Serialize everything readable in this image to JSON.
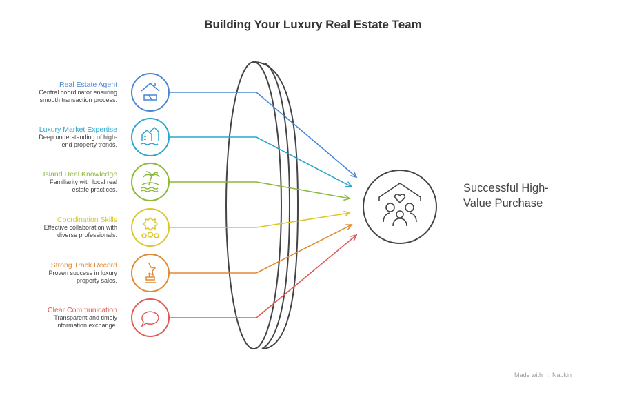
{
  "title": "Building Your Luxury Real Estate Team",
  "items": [
    {
      "heading": "Real Estate Agent",
      "desc1": "Central coordinator ensuring",
      "desc2": "smooth transaction process.",
      "color": "#4a86d4",
      "icon": "house-handshake-icon"
    },
    {
      "heading": "Luxury Market Expertise",
      "desc1": "Deep understanding of high-",
      "desc2": "end property trends.",
      "color": "#2aa6cf",
      "icon": "waterfront-buildings-icon"
    },
    {
      "heading": "Island Deal Knowledge",
      "desc1": "Familiarity with local real",
      "desc2": "estate practices.",
      "color": "#8cb93a",
      "icon": "palm-island-icon"
    },
    {
      "heading": "Coordination Skills",
      "desc1": "Effective collaboration with",
      "desc2": "diverse professionals.",
      "color": "#dcc628",
      "icon": "team-gear-icon"
    },
    {
      "heading": "Strong Track Record",
      "desc1": "Proven success in luxury",
      "desc2": "property sales.",
      "color": "#e08a35",
      "icon": "trophy-star-icon"
    },
    {
      "heading": "Clear Communication",
      "desc1": "Transparent and timely",
      "desc2": "information exchange.",
      "color": "#e05a55",
      "icon": "speech-bubble-icon"
    }
  ],
  "result": {
    "line1": "Successful High-",
    "line2": "Value Purchase",
    "icon": "family-home-heart-icon"
  },
  "footer": "Made with → Napkin"
}
